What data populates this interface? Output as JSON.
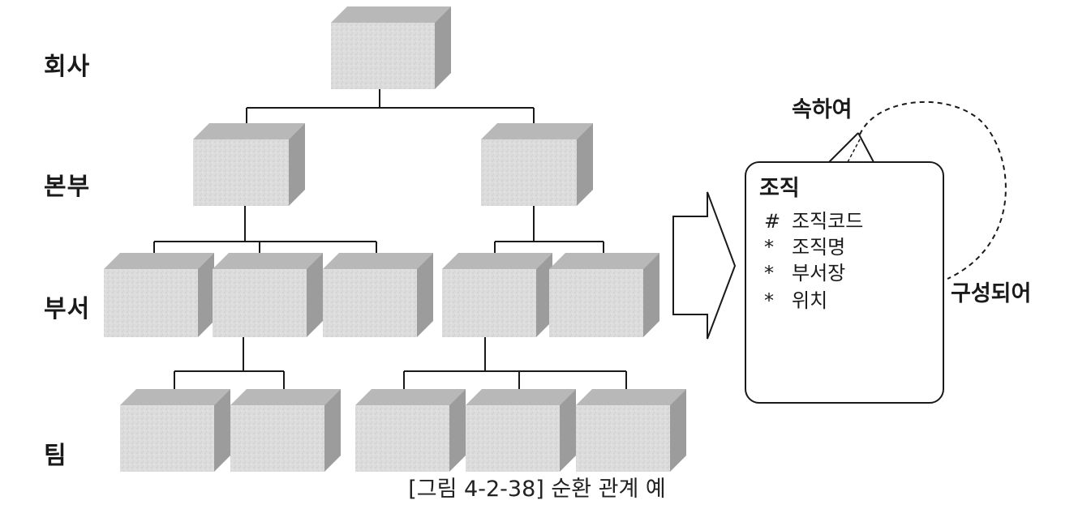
{
  "levels": [
    {
      "label": "회사"
    },
    {
      "label": "본부"
    },
    {
      "label": "부서"
    },
    {
      "label": "팀"
    }
  ],
  "caption": "[그림 4-2-38] 순환 관계 예",
  "entity": {
    "name": "조직",
    "attributes": [
      {
        "symbol": "#",
        "name": "조직코드"
      },
      {
        "symbol": "*",
        "name": "조직명"
      },
      {
        "symbol": "*",
        "name": "부서장"
      },
      {
        "symbol": "*",
        "name": "위치"
      }
    ]
  },
  "relationship": {
    "label_top": "속하여",
    "label_right": "구성되어"
  },
  "colors": {
    "box_face": "#d9d9d9",
    "box_top": "#b8b8b8",
    "box_side": "#9c9c9c",
    "line": "#1a1a1a"
  }
}
